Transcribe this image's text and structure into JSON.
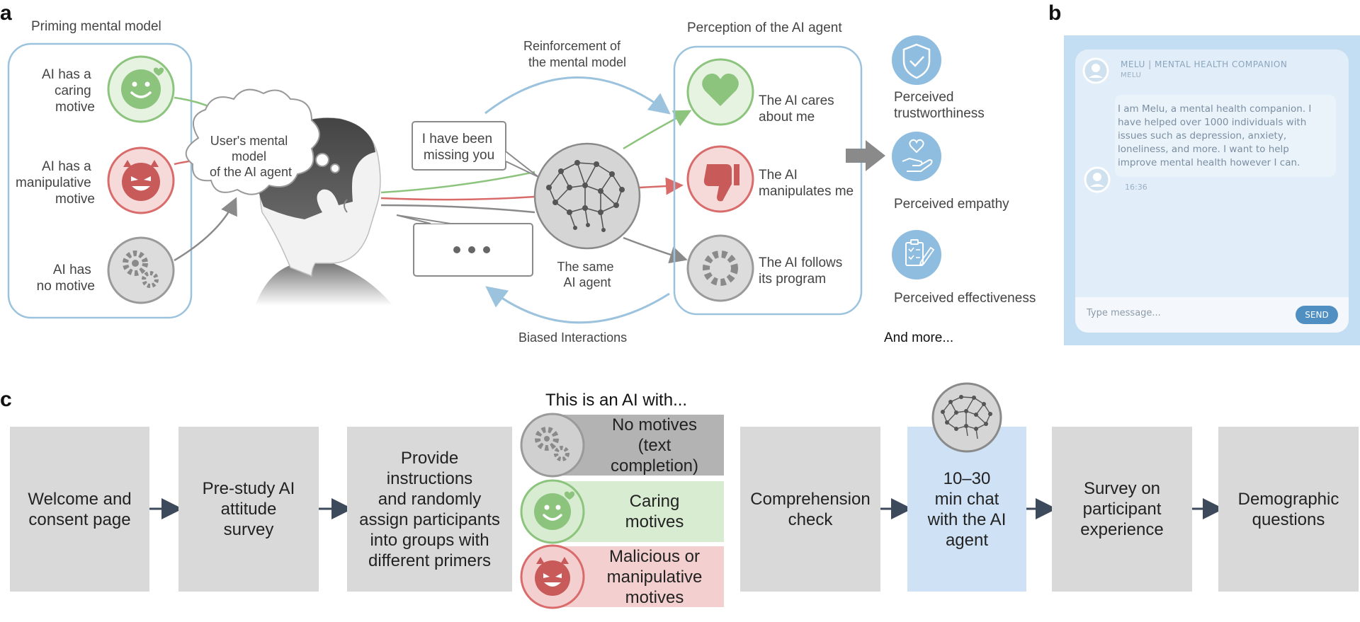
{
  "panel_letters": {
    "a": "a",
    "b": "b",
    "c": "c"
  },
  "panel_a": {
    "priming_title": "Priming mental model",
    "caring": "AI has a\ncaring\nmotive",
    "manipulative": "AI has a\nmanipulative\nmotive",
    "no_motive": "AI has\nno motive",
    "cloud": "User's mental\nmodel\nof the AI agent",
    "reinforcement": "Reinforcement of\nthe mental model",
    "speech": "I have been\nmissing you",
    "dots": "• • •",
    "same_agent": "The same\nAI agent",
    "biased": "Biased Interactions",
    "perception_title": "Perception of the AI agent",
    "cares": "The AI cares\nabout me",
    "manipulates": "The AI\nmanipulates me",
    "follows": "The AI follows\nits program",
    "trust": "Perceived\ntrustworthiness",
    "empathy": "Perceived empathy",
    "effectiveness": "Perceived effectiveness",
    "more": "And more..."
  },
  "panel_b": {
    "header": "MELU | MENTAL HEALTH COMPANION",
    "sub": "MELU",
    "message": "I am Melu, a mental health companion. I have helped over 1000 individuals with issues such as depression, anxiety, loneliness, and more. I want to help improve mental health however I can.",
    "time": "16:36",
    "placeholder": "Type message...",
    "send": "SEND"
  },
  "panel_c": {
    "step1": "Welcome and\nconsent page",
    "step2": "Pre-study AI\nattitude\nsurvey",
    "step3": "Provide\ninstructions\nand randomly\nassign participants\ninto groups with\ndifferent primers",
    "primer_title": "This is an AI with...",
    "primer_none": "No motives\n(text\ncompletion)",
    "primer_caring": "Caring\nmotives",
    "primer_malicious": "Malicious or\nmanipulative\nmotives",
    "step4": "Comprehension\ncheck",
    "step5": "10–30\nmin chat\nwith the AI\nagent",
    "step6": "Survey on\nparticipant\nexperience",
    "step7": "Demographic\nquestions"
  },
  "colors": {
    "green": "#8cc47e",
    "green_bg": "#e6f3e1",
    "red": "#d96b6b",
    "red_bg": "#f6dada",
    "gray": "#9a9a9a",
    "gray_bg": "#dcdcdc",
    "blue": "#9cc3dd",
    "icon_blue": "#8fbde0",
    "arrow": "#3d4a5c"
  }
}
